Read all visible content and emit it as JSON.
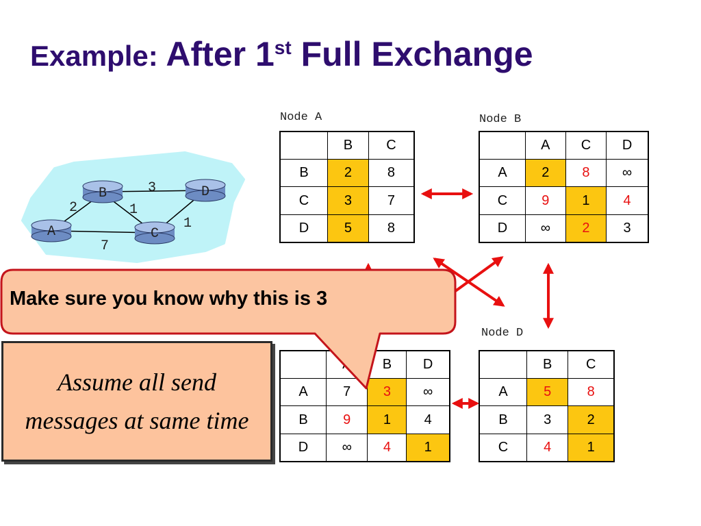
{
  "title": {
    "prefix": "Example: ",
    "main": "After 1",
    "sup": "st",
    "suffix": " Full Exchange"
  },
  "network": {
    "nodes": [
      "A",
      "B",
      "C",
      "D"
    ],
    "edges": [
      {
        "from": "A",
        "to": "B",
        "cost": "2"
      },
      {
        "from": "B",
        "to": "D",
        "cost": "3"
      },
      {
        "from": "B",
        "to": "C",
        "cost": "1"
      },
      {
        "from": "C",
        "to": "D",
        "cost": "1"
      },
      {
        "from": "A",
        "to": "C",
        "cost": "7"
      }
    ]
  },
  "tables": {
    "node_a": {
      "label": "Node A",
      "columns": [
        "B",
        "C"
      ],
      "rows": [
        {
          "dest": "B",
          "cells": [
            {
              "v": "2",
              "hl": true,
              "red": false
            },
            {
              "v": "8",
              "hl": false,
              "red": false
            }
          ]
        },
        {
          "dest": "C",
          "cells": [
            {
              "v": "3",
              "hl": true,
              "red": false
            },
            {
              "v": "7",
              "hl": false,
              "red": false
            }
          ]
        },
        {
          "dest": "D",
          "cells": [
            {
              "v": "5",
              "hl": true,
              "red": false
            },
            {
              "v": "8",
              "hl": false,
              "red": false
            }
          ]
        }
      ]
    },
    "node_b": {
      "label": "Node B",
      "columns": [
        "A",
        "C",
        "D"
      ],
      "rows": [
        {
          "dest": "A",
          "cells": [
            {
              "v": "2",
              "hl": true,
              "red": false
            },
            {
              "v": "8",
              "hl": false,
              "red": true
            },
            {
              "v": "∞",
              "hl": false,
              "red": false
            }
          ]
        },
        {
          "dest": "C",
          "cells": [
            {
              "v": "9",
              "hl": false,
              "red": true
            },
            {
              "v": "1",
              "hl": true,
              "red": false
            },
            {
              "v": "4",
              "hl": false,
              "red": true
            }
          ]
        },
        {
          "dest": "D",
          "cells": [
            {
              "v": "∞",
              "hl": false,
              "red": false
            },
            {
              "v": "2",
              "hl": true,
              "red": true
            },
            {
              "v": "3",
              "hl": false,
              "red": false
            }
          ]
        }
      ]
    },
    "node_c": {
      "columns": [
        "A",
        "B",
        "D"
      ],
      "rows": [
        {
          "dest": "A",
          "cells": [
            {
              "v": "7",
              "hl": false,
              "red": false
            },
            {
              "v": "3",
              "hl": true,
              "red": true
            },
            {
              "v": "∞",
              "hl": false,
              "red": false
            }
          ]
        },
        {
          "dest": "B",
          "cells": [
            {
              "v": "9",
              "hl": false,
              "red": true
            },
            {
              "v": "1",
              "hl": true,
              "red": false
            },
            {
              "v": "4",
              "hl": false,
              "red": false
            }
          ]
        },
        {
          "dest": "D",
          "cells": [
            {
              "v": "∞",
              "hl": false,
              "red": false
            },
            {
              "v": "4",
              "hl": false,
              "red": true
            },
            {
              "v": "1",
              "hl": true,
              "red": false
            }
          ]
        }
      ]
    },
    "node_d": {
      "label": "Node D",
      "columns": [
        "B",
        "C"
      ],
      "rows": [
        {
          "dest": "A",
          "cells": [
            {
              "v": "5",
              "hl": true,
              "red": true
            },
            {
              "v": "8",
              "hl": false,
              "red": true
            }
          ]
        },
        {
          "dest": "B",
          "cells": [
            {
              "v": "3",
              "hl": false,
              "red": false
            },
            {
              "v": "2",
              "hl": true,
              "red": false
            }
          ]
        },
        {
          "dest": "C",
          "cells": [
            {
              "v": "4",
              "hl": false,
              "red": true
            },
            {
              "v": "1",
              "hl": true,
              "red": false
            }
          ]
        }
      ]
    }
  },
  "callout": "Make sure you know why this is 3",
  "assume_note": "Assume all send messages at same time",
  "colors": {
    "title": "#2e0d6e",
    "highlight": "#fcc611",
    "red_value": "#e81010",
    "arrow": "#e81010",
    "cloud": "#bff3f8",
    "callout_fill": "#fcc5a1",
    "callout_border": "#c4141b",
    "node_fill": "#8fb0dd"
  }
}
